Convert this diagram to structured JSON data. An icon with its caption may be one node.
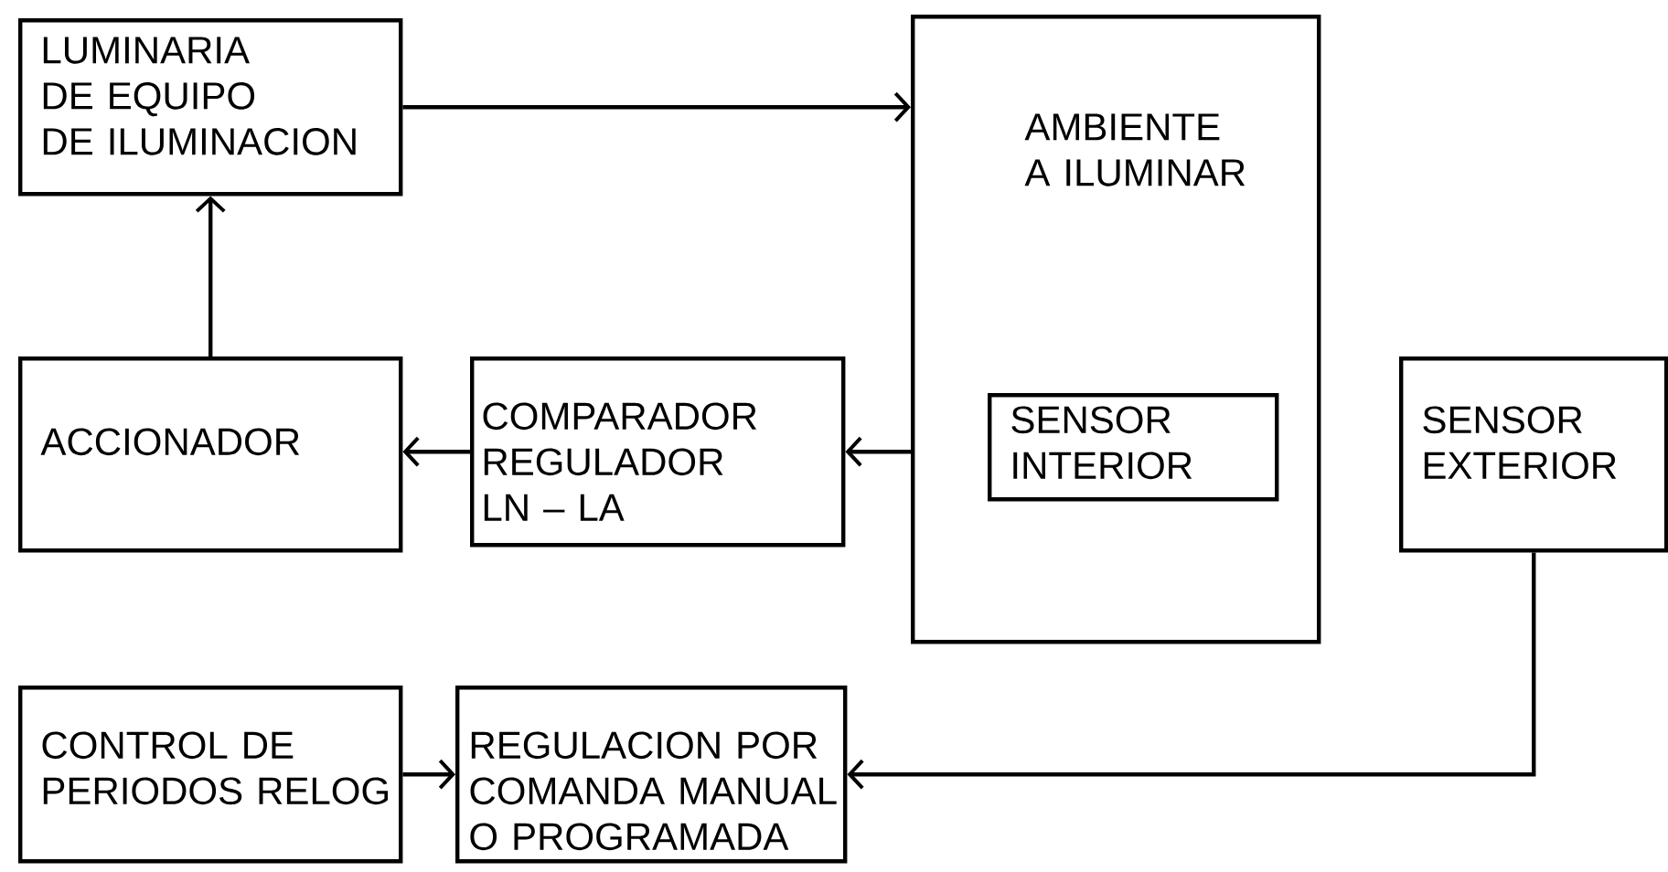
{
  "diagram": {
    "nodes": [
      {
        "text": [
          "LUMINARIA DE EQUIPO DE ILUMINACION"
        ]
      },
      {
        "text": [
          "AMBIENTE A ILUMINAR"
        ]
      },
      {
        "text": [
          "SENSOR INTERIOR"
        ],
        "in": 1
      },
      {
        "text": [
          "ACCIONADOR"
        ]
      },
      {
        "text": [
          "COMPARADOR REGULADOR LN – LA"
        ]
      },
      {
        "text": [
          "SENSOR EXTERIOR"
        ]
      },
      {
        "text": [
          "CONTROL DE PERIODOS RELOG"
        ]
      },
      {
        "text": [
          "REGULACION POR COMANDA MANUAL O PROGRAMADA"
        ]
      }
    ],
    "edges": [
      {
        "from": 0,
        "to": 1,
        "arrow": "to"
      },
      {
        "from": 3,
        "to": 0,
        "arrow": "to"
      },
      {
        "from": 4,
        "to": 3,
        "arrow": "to"
      },
      {
        "from": 1,
        "to": 4,
        "arrow": "to"
      },
      {
        "from": 6,
        "to": 7,
        "arrow": "to"
      },
      {
        "from": 5,
        "to": 7,
        "arrow": "to"
      }
    ]
  }
}
